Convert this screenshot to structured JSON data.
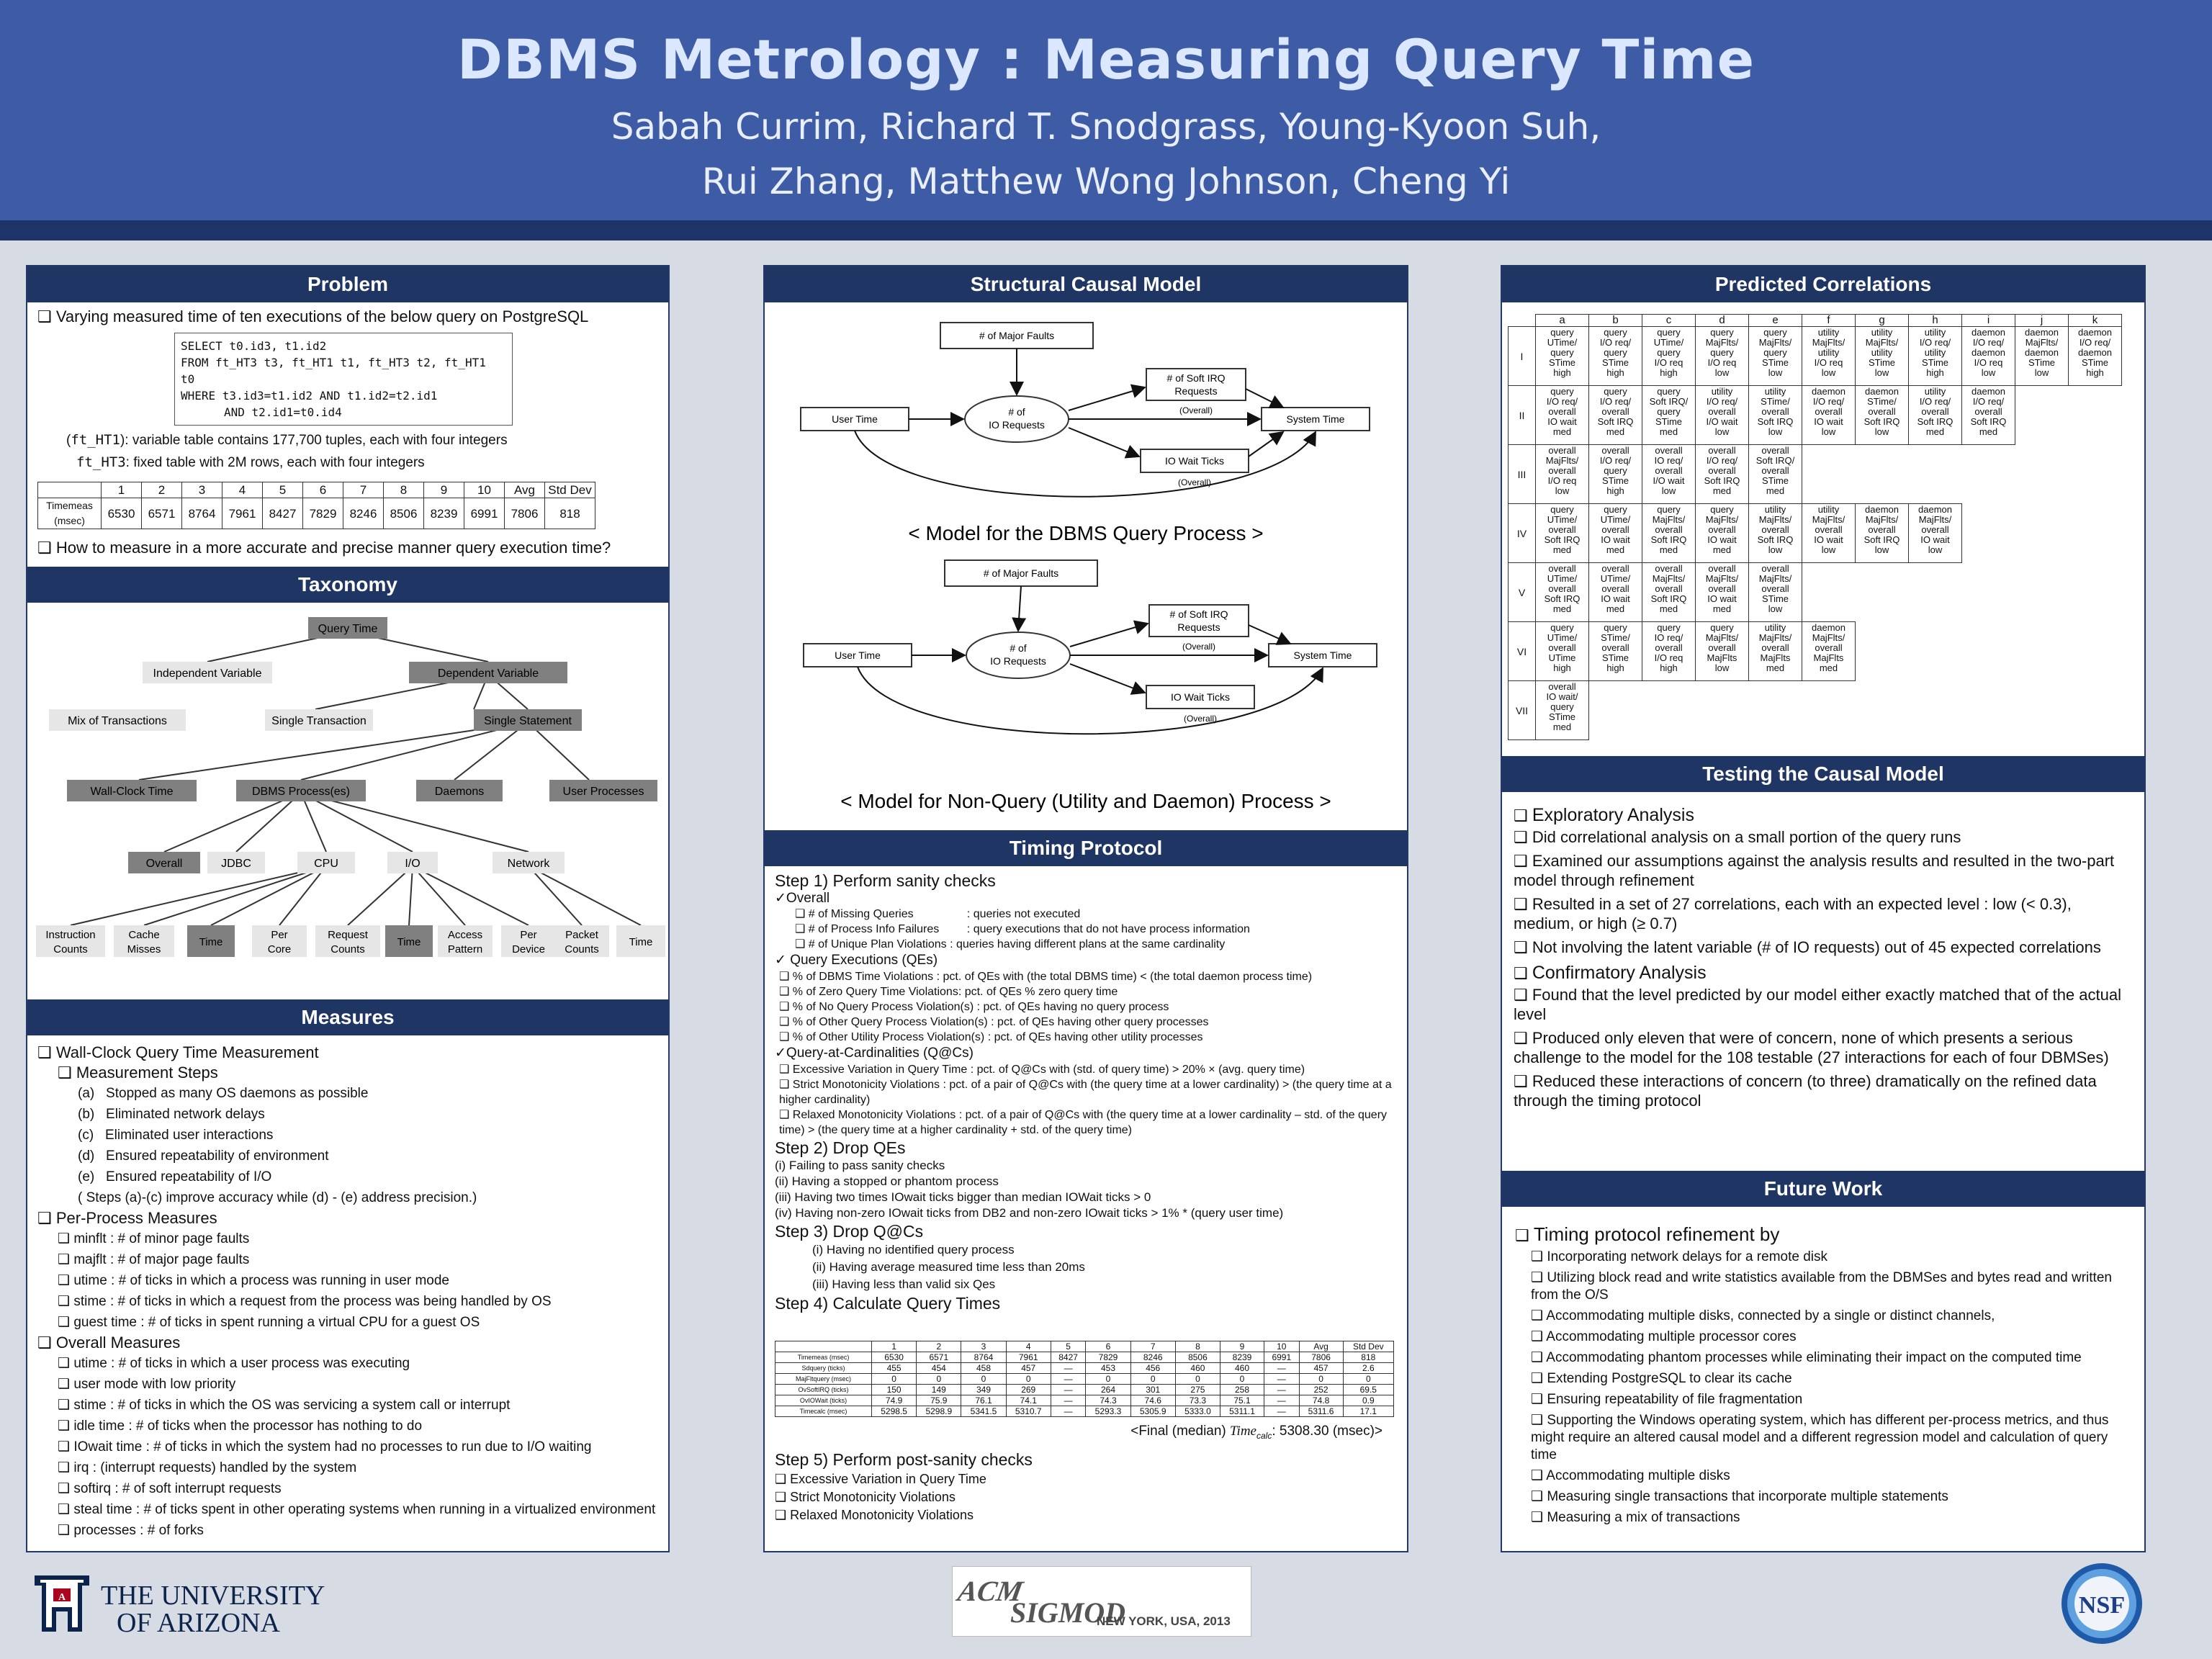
{
  "header": {
    "title": "DBMS Metrology : Measuring Query Time",
    "authors_line1": "Sabah Currim, Richard T. Snodgrass, Young-Kyoon Suh,",
    "authors_line2": "Rui Zhang, Matthew Wong Johnson, Cheng Yi"
  },
  "problem": {
    "heading": "Problem",
    "intro": "Varying measured time of ten executions of the below query on PostgreSQL",
    "sql": [
      "SELECT t0.id3, t1.id2",
      "FROM ft_HT3 t3, ft_HT1 t1, ft_HT3 t2, ft_HT1 t0",
      "WHERE t3.id3=t1.id2 AND t1.id2=t2.id1",
      "AND t2.id1=t0.id4"
    ],
    "note1_code": "ft_HT1",
    "note1_text": ": variable table contains 177,700 tuples, each with four integers",
    "note2_code": "ft_HT3",
    "note2_text": ": fixed table with 2M rows, each with four integers",
    "table_header": [
      "",
      "1",
      "2",
      "3",
      "4",
      "5",
      "6",
      "7",
      "8",
      "9",
      "10",
      "Avg",
      "Std Dev"
    ],
    "table_row_label": "Timemeas (msec)",
    "table_row": [
      "6530",
      "6571",
      "8764",
      "7961",
      "8427",
      "7829",
      "8246",
      "8506",
      "8239",
      "6991",
      "7806",
      "818"
    ],
    "question": "How to measure in a more accurate and precise manner query execution time?"
  },
  "taxonomy": {
    "heading": "Taxonomy",
    "nodes": {
      "root": "Query Time",
      "iv": "Independent Variable",
      "dv": "Dependent Variable",
      "mix": "Mix of Transactions",
      "single_t": "Single Transaction",
      "single_s": "Single Statement",
      "wall": "Wall-Clock Time",
      "dbms": "DBMS Process(es)",
      "daemons": "Daemons",
      "user_p": "User Processes",
      "overall": "Overall",
      "jdbc": "JDBC",
      "cpu": "CPU",
      "io": "I/O",
      "network": "Network",
      "l1": "Instruction",
      "l1b": "Counts",
      "l2": "Cache",
      "l2b": "Misses",
      "l3": "Time",
      "l4": "Per",
      "l4b": "Core",
      "l5": "Request",
      "l5b": "Counts",
      "l6": "Time",
      "l7": "Access",
      "l7b": "Pattern",
      "l8": "Per",
      "l8b": "Device",
      "l9": "Packet",
      "l9b": "Counts",
      "l10": "Time"
    }
  },
  "measures": {
    "heading": "Measures",
    "wall_title": "Wall-Clock Query Time Measurement",
    "steps_title": "Measurement Steps",
    "steps": [
      "(a)   Stopped as many OS daemons as possible",
      "(b)   Eliminated network delays",
      "(c)   Eliminated user interactions",
      "(d)   Ensured repeatability of environment",
      "(e)   Ensured repeatability of I/O"
    ],
    "steps_note": "( Steps (a)-(c) improve accuracy while (d) - (e) address precision.)",
    "per_title": "Per-Process Measures",
    "per": [
      "minflt : # of minor page faults",
      "majflt : # of major page faults",
      "utime : # of ticks in which a process was running in user mode",
      "stime : # of ticks in which a request from the process was being handled by OS",
      "guest time : # of ticks in spent running a virtual CPU for a guest OS"
    ],
    "overall_title": "Overall Measures",
    "overall": [
      "utime : # of ticks in which a user process was executing",
      "user mode with low priority",
      "stime : # of ticks in which the OS was servicing a system call or interrupt",
      "idle time : # of ticks when the processor has nothing to do",
      "IOwait time : # of ticks in which the system had no processes to run due to I/O waiting",
      "irq : (interrupt requests) handled by the system",
      "softirq : # of soft interrupt requests",
      "steal time : # of ticks spent in other operating systems when running in a virtualized environment",
      "processes : # of forks"
    ]
  },
  "scm": {
    "heading": "Structural Causal Model",
    "caption1": "< Model for the DBMS Query Process >",
    "caption2": "< Model for Non-Query (Utility and Daemon) Process >",
    "nodes": {
      "faults": "# of Major Faults",
      "io1": "# of",
      "io2": "IO Requests",
      "softirq1": "# of Soft IRQ",
      "softirq2": "Requests",
      "overall": "(Overall)",
      "user": "User Time",
      "system": "System Time",
      "iowait": "IO Wait Ticks"
    }
  },
  "timing": {
    "heading": "Timing Protocol",
    "step1": "Step 1) Perform sanity checks",
    "overall": "✓Overall",
    "overall_items": [
      [
        "# of Missing Queries",
        ": queries not executed"
      ],
      [
        "# of Process Info Failures",
        ": query executions that do not have process information"
      ],
      [
        "# of Unique Plan Violations",
        ": queries having different plans at the same cardinality"
      ]
    ],
    "qe_title": "✓  Query Executions (QEs)",
    "qe_items": [
      "% of DBMS Time Violations : pct. of QEs with (the total DBMS time) < (the total daemon process time)",
      "% of Zero Query Time Violations: pct. of QEs % zero query time",
      "% of No Query Process Violation(s) : pct. of QEs having no query process",
      "% of Other Query Process Violation(s) : pct. of QEs having other query processes",
      "% of Other Utility Process Violation(s) : pct. of QEs having other utility processes"
    ],
    "qac_title": "✓Query-at-Cardinalities  (Q@Cs)",
    "qac_items": [
      "Excessive Variation in Query Time : pct. of Q@Cs with (std. of query time) > 20% × (avg. query time)",
      "Strict Monotonicity Violations : pct. of a pair of Q@Cs with (the query time  at a lower cardinality) > (the query time at a higher cardinality)",
      "Relaxed Monotonicity Violations : pct. of a pair of Q@Cs with (the query time at a lower cardinality – std. of the query time) > (the query time at a higher cardinality + std. of the query time)"
    ],
    "step2": "Step 2) Drop QEs",
    "step2_items": [
      "(i) Failing to pass sanity checks",
      "(ii) Having a stopped or phantom process",
      "(iii) Having two times IOwait ticks bigger than median IOWait ticks > 0",
      "(iv) Having non-zero IOwait ticks from DB2 and non-zero IOwait ticks > 1% * (query user time)"
    ],
    "step3": "Step 3) Drop Q@Cs",
    "step3_items": [
      "(i) Having no identified query process",
      "(ii) Having average measured  time less than 20ms",
      "(iii) Having less than valid six Qes"
    ],
    "step4": "Step 4) Calculate Query Times",
    "calc_header": [
      "",
      "1",
      "2",
      "3",
      "4",
      "5",
      "6",
      "7",
      "8",
      "9",
      "10",
      "Avg",
      "Std Dev"
    ],
    "calc_rows": [
      [
        "Timemeas (msec)",
        "6530",
        "6571",
        "8764",
        "7961",
        "8427",
        "7829",
        "8246",
        "8506",
        "8239",
        "6991",
        "7806",
        "818"
      ],
      [
        "Sdquery (ticks)",
        "455",
        "454",
        "458",
        "457",
        "—",
        "453",
        "456",
        "460",
        "460",
        "—",
        "457",
        "2.6"
      ],
      [
        "MajFltquery (msec)",
        "0",
        "0",
        "0",
        "0",
        "—",
        "0",
        "0",
        "0",
        "0",
        "—",
        "0",
        "0"
      ],
      [
        "OvSoftIRQ (ticks)",
        "150",
        "149",
        "349",
        "269",
        "—",
        "264",
        "301",
        "275",
        "258",
        "—",
        "252",
        "69.5"
      ],
      [
        "OvIOWait (ticks)",
        "74.9",
        "75.9",
        "76.1",
        "74.1",
        "—",
        "74.3",
        "74.6",
        "73.3",
        "75.1",
        "—",
        "74.8",
        "0.9"
      ],
      [
        "Timecalc (msec)",
        "5298.5",
        "5298.9",
        "5341.5",
        "5310.7",
        "—",
        "5293.3",
        "5305.9",
        "5333.0",
        "5311.1",
        "—",
        "5311.6",
        "17.1"
      ]
    ],
    "final_prefix": "<Final (median)",
    "final_var": "Time",
    "final_sub": "calc",
    "final_value": ": 5308.30 (msec)>",
    "step5": "Step 5) Perform post-sanity checks",
    "step5_items": [
      "Excessive Variation in Query Time",
      "Strict Monotonicity  Violations",
      "Relaxed Monotonicity  Violations"
    ]
  },
  "predicted": {
    "heading": "Predicted Correlations",
    "cols": [
      "a",
      "b",
      "c",
      "d",
      "e",
      "f",
      "g",
      "h",
      "i",
      "j",
      "k"
    ],
    "rows": [
      {
        "label": "I",
        "cells": [
          "query\nUTime/\nquery\nSTime\nhigh",
          "query\nI/O req/\nquery\nSTime\nhigh",
          "query\nUTime/\nquery\nI/O req\nhigh",
          "query\nMajFlts/\nquery\nI/O req\nlow",
          "query\nMajFlts/\nquery\nSTime\nlow",
          "utility\nMajFlts/\nutility\nI/O req\nlow",
          "utility\nMajFlts/\nutility\nSTime\nlow",
          "utility\nI/O req/\nutility\nSTime\nhigh",
          "daemon\nI/O req/\ndaemon\nI/O req\nlow",
          "daemon\nMajFlts/\ndaemon\nSTime\nlow",
          "daemon\nI/O req/\ndaemon\nSTime\nhigh"
        ]
      },
      {
        "label": "II",
        "cells": [
          "query\nI/O req/\noverall\nIO wait\nmed",
          "query\nI/O req/\noverall\nSoft IRQ\nmed",
          "query\nSoft IRQ/\nquery\nSTime\nmed",
          "utility\nI/O req/\noverall\nI/O wait\nlow",
          "utility\nSTime/\noverall\nSoft IRQ\nlow",
          "daemon\nI/O req/\noverall\nIO wait\nlow",
          "daemon\nSTime/\noverall\nSoft IRQ\nlow",
          "utility\nI/O req/\noverall\nSoft IRQ\nmed",
          "daemon\nI/O req/\noverall\nSoft IRQ\nmed"
        ]
      },
      {
        "label": "III",
        "cells": [
          "overall\nMajFlts/\noverall\nI/O req\nlow",
          "overall\nI/O req/\nquery\nSTime\nhigh",
          "overall\nIO req/\noverall\nI/O wait\nlow",
          "overall\nI/O req/\noverall\nSoft IRQ\nmed",
          "overall\nSoft IRQ/\noverall\nSTime\nmed"
        ]
      },
      {
        "label": "IV",
        "cells": [
          "query\nUTime/\noverall\nSoft IRQ\nmed",
          "query\nUTime/\noverall\nIO wait\nmed",
          "query\nMajFlts/\noverall\nSoft IRQ\nmed",
          "query\nMajFlts/\noverall\nIO wait\nmed",
          "utility\nMajFlts/\noverall\nSoft IRQ\nlow",
          "utility\nMajFlts/\noverall\nIO wait\nlow",
          "daemon\nMajFlts/\noverall\nSoft IRQ\nlow",
          "daemon\nMajFlts/\noverall\nIO wait\nlow"
        ]
      },
      {
        "label": "V",
        "cells": [
          "overall\nUTime/\noverall\nSoft IRQ\nmed",
          "overall\nUTime/\noverall\nIO wait\nmed",
          "overall\nMajFlts/\noverall\nSoft IRQ\nmed",
          "overall\nMajFlts/\noverall\nIO wait\nmed",
          "overall\nMajFlts/\noverall\nSTime\nlow"
        ]
      },
      {
        "label": "VI",
        "cells": [
          "query\nUTime/\noverall\nUTime\nhigh",
          "query\nSTime/\noverall\nSTime\nhigh",
          "query\nIO req/\noverall\nI/O req\nhigh",
          "query\nMajFlts/\noverall\nMajFlts\nlow",
          "utility\nMajFlts/\noverall\nMajFlts\nmed",
          "daemon\nMajFlts/\noverall\nMajFlts\nmed"
        ]
      },
      {
        "label": "VII",
        "cells": [
          "overall\nIO wait/\nquery\nSTime\nmed"
        ]
      }
    ]
  },
  "testing": {
    "heading": "Testing the Causal Model",
    "exploratory": "Exploratory Analysis",
    "exp_items": [
      "Did correlational analysis on a small portion of the query runs",
      "Examined our assumptions against the analysis results and resulted in the two-part model through refinement",
      "Resulted in a set of 27 correlations, each with an expected level : low (< 0.3), medium, or high (≥ 0.7)",
      "Not involving the latent variable (# of IO requests) out of 45 expected correlations"
    ],
    "confirmatory": "Confirmatory Analysis",
    "conf_items": [
      "Found that the level predicted by our model either exactly matched that of the actual level",
      "Produced only eleven that were of concern, none of which presents a serious challenge to the model for the 108 testable (27 interactions for each of four DBMSes)",
      "Reduced these interactions of concern (to three) dramatically on the refined data through the timing protocol"
    ]
  },
  "future": {
    "heading": "Future Work",
    "title": "Timing protocol refinement  by",
    "items": [
      "Incorporating network delays for a remote disk",
      "Utilizing block read and write statistics available from the DBMSes and bytes read and written from the O/S",
      "Accommodating multiple disks, connected  by a single or distinct channels,",
      "Accommodating multiple processor cores",
      "Accommodating phantom processes while eliminating their impact on the computed time",
      "Extending PostgreSQL to clear its cache",
      "Ensuring repeatability of file fragmentation",
      "Supporting the Windows operating system, which has different per-process metrics, and thus might require an altered causal model and a different regression model and calculation  of query time",
      "Accommodating multiple disks",
      "Measuring single transactions that incorporate multiple statements",
      "Measuring a mix of transactions"
    ]
  },
  "footer": {
    "ua_line1": "THE UNIVERSITY",
    "ua_line2": "OF ARIZONA",
    "ua_mark": "A",
    "acm1": "ACM",
    "acm2": "SIGMOD",
    "acm_place": "NEW YORK, USA, 2013",
    "nsf": "NSF"
  }
}
